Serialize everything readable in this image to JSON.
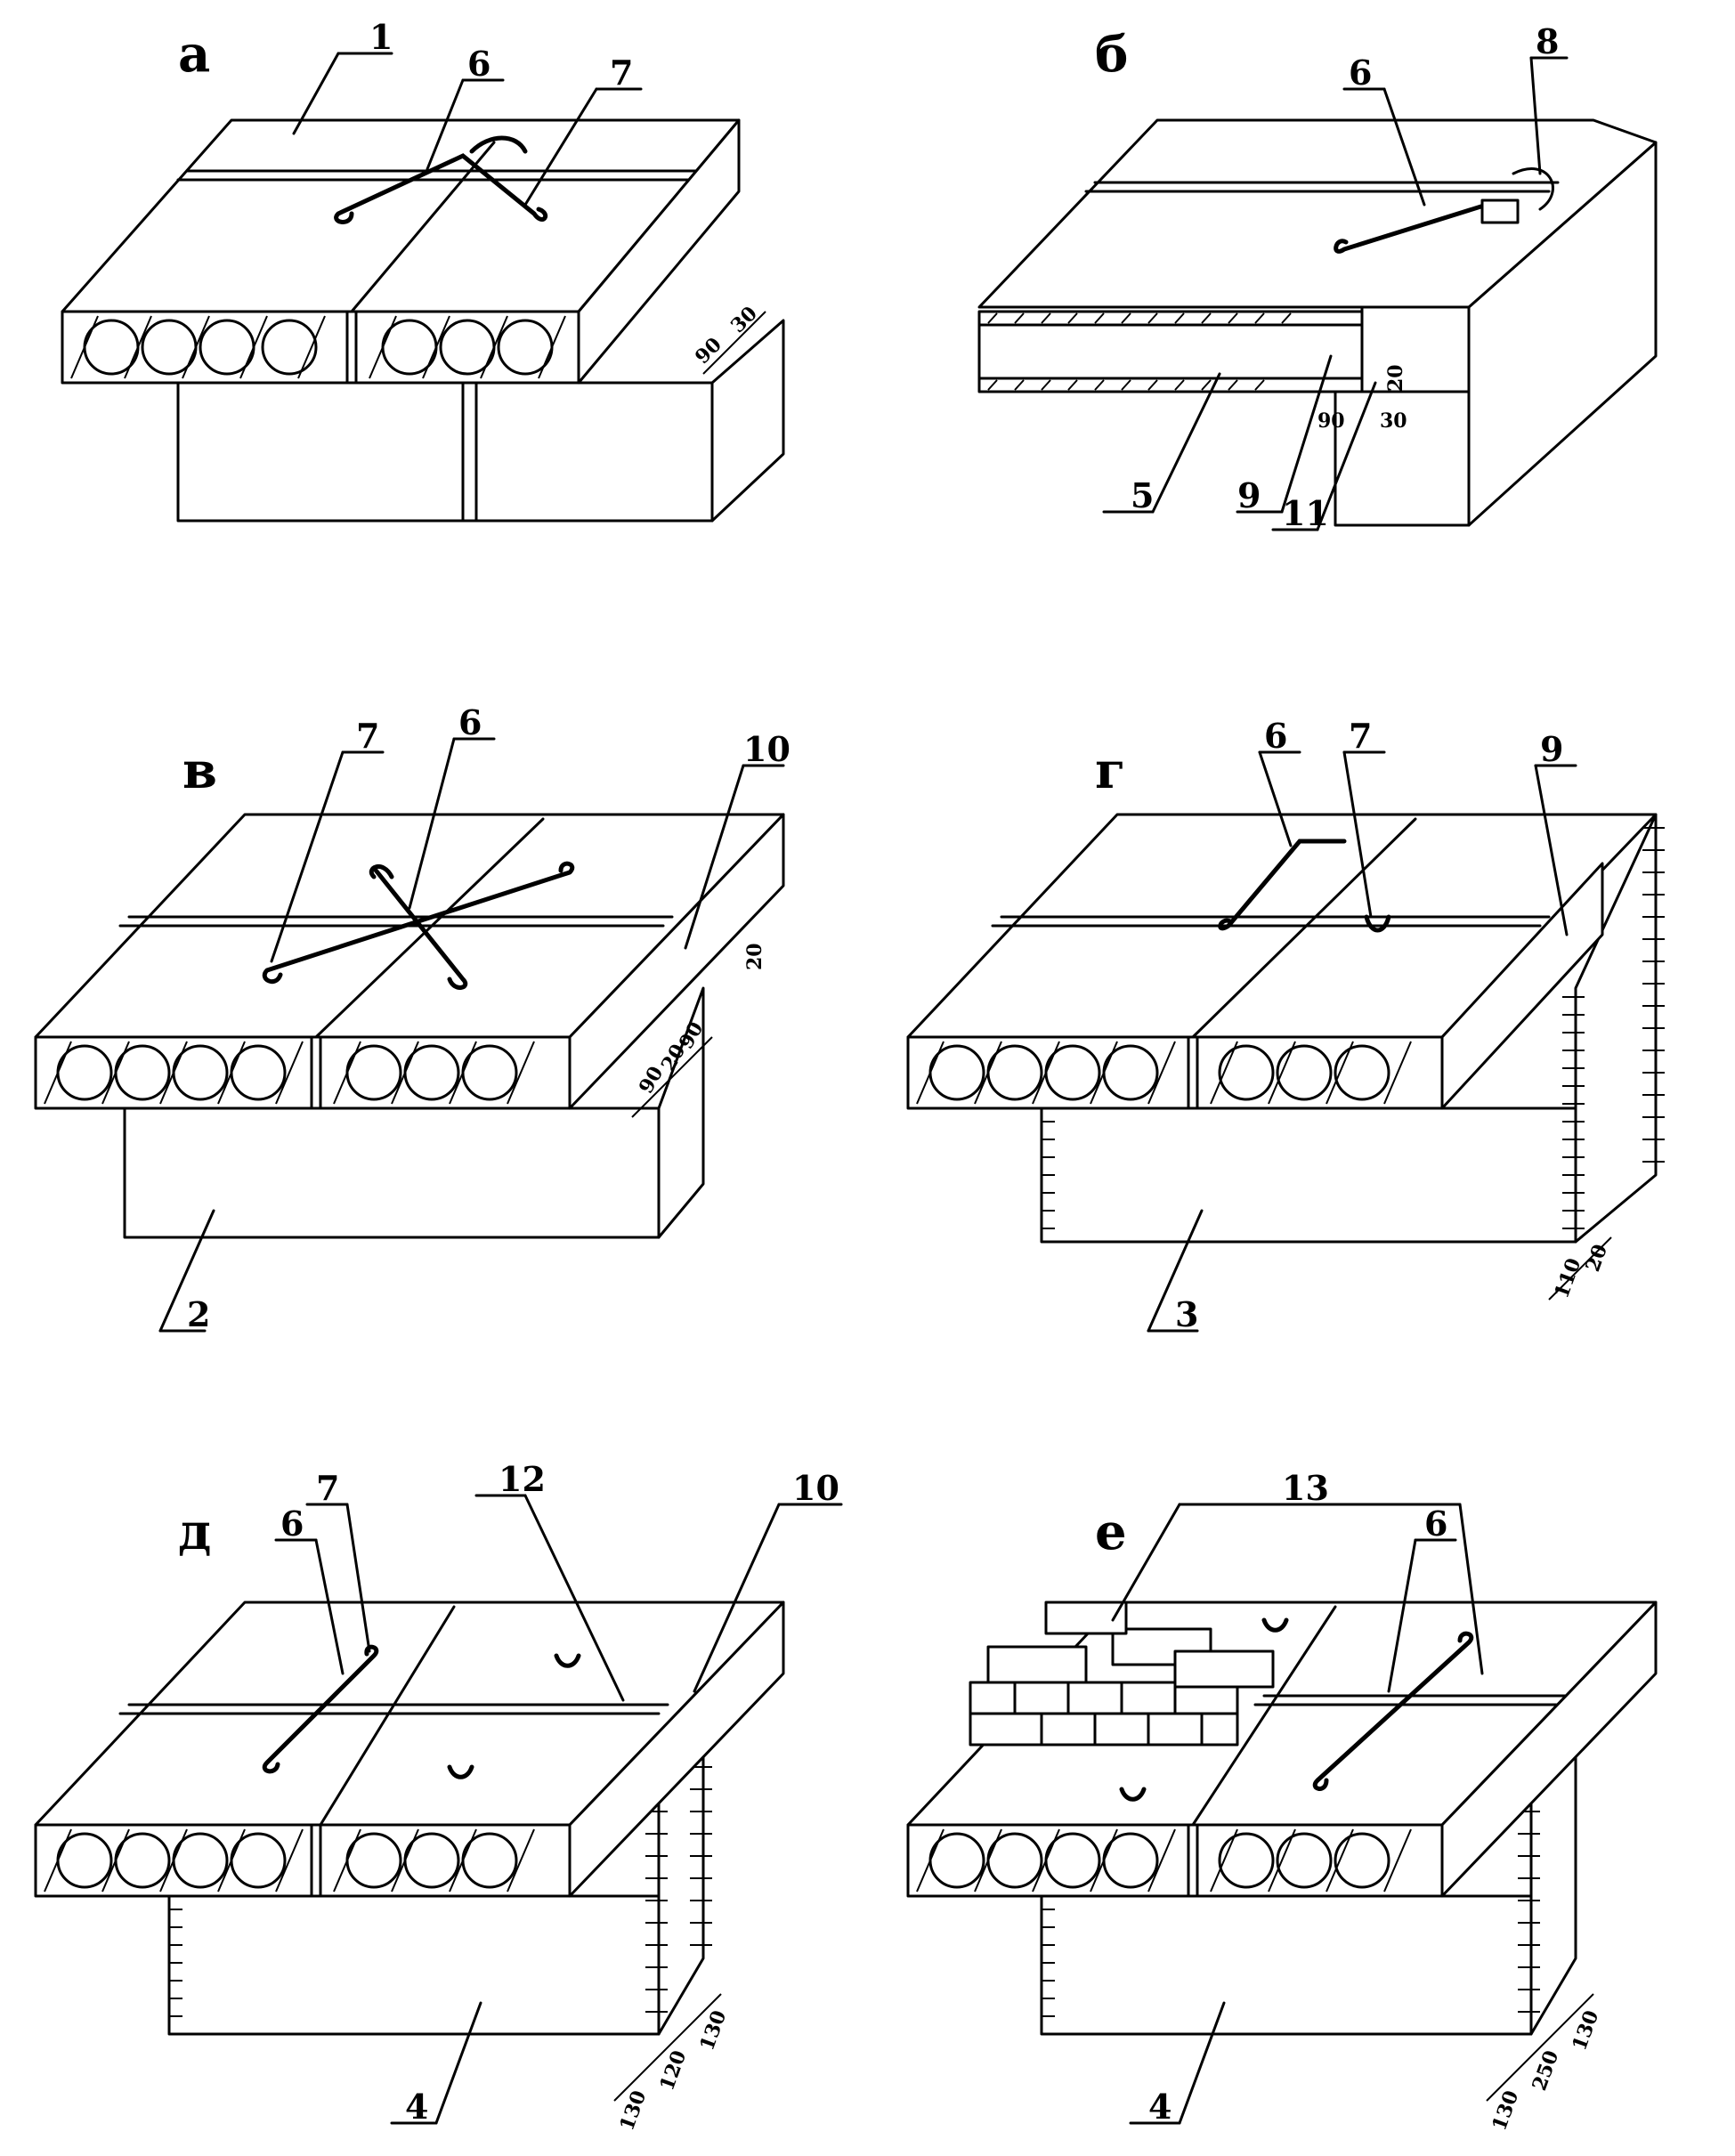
{
  "panels": [
    {
      "letter": "а",
      "callouts": [
        "1",
        "6",
        "7"
      ],
      "dims": [
        "90",
        "30"
      ]
    },
    {
      "letter": "б",
      "callouts": [
        "8",
        "6",
        "5",
        "9",
        "11"
      ],
      "dims": [
        "20",
        "90",
        "30"
      ]
    },
    {
      "letter": "в",
      "callouts": [
        "7",
        "6",
        "10",
        "2"
      ],
      "dims": [
        "20",
        "90",
        "20",
        "90"
      ]
    },
    {
      "letter": "г",
      "callouts": [
        "6",
        "7",
        "9",
        "3"
      ],
      "dims": [
        "110",
        "20"
      ]
    },
    {
      "letter": "д",
      "callouts": [
        "7",
        "6",
        "12",
        "10",
        "4"
      ],
      "dims": [
        "130",
        "120",
        "130"
      ]
    },
    {
      "letter": "е",
      "callouts": [
        "13",
        "6",
        "4"
      ],
      "dims": [
        "130",
        "250",
        "130"
      ]
    }
  ]
}
